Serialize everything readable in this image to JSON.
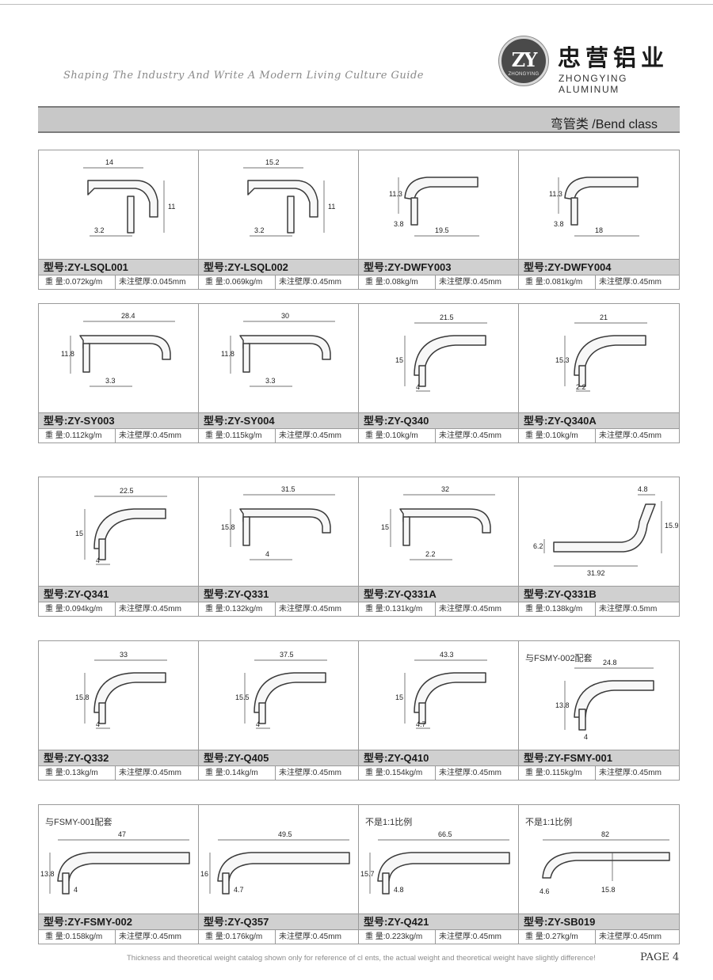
{
  "header": {
    "slogan": "Shaping The Industry And Write A Modern Living Culture Guide",
    "logo_mark": "ZY",
    "logo_mark_sub": "ZHONGYING",
    "company_cn": "忠营铝业",
    "company_en": "ZHONGYING ALUMINUM"
  },
  "section": {
    "title": "弯管类 /Bend class"
  },
  "profiles": [
    {
      "model": "型号:ZY-LSQL001",
      "weight": "重 量:0.072kg/m",
      "thickness": "未注壁厚:0.045mm",
      "note": "",
      "dims": {
        "w": "14",
        "h": "11",
        "t": "3.2"
      }
    },
    {
      "model": "型号:ZY-LSQL002",
      "weight": "重 量:0.069kg/m",
      "thickness": "未注壁厚:0.45mm",
      "note": "",
      "dims": {
        "w": "15.2",
        "h": "11",
        "t": "3.2"
      }
    },
    {
      "model": "型号:ZY-DWFY003",
      "weight": "重 量:0.08kg/m",
      "thickness": "未注壁厚:0.45mm",
      "note": "",
      "dims": {
        "w": "19.5",
        "h": "11.3",
        "t": "3.8"
      }
    },
    {
      "model": "型号:ZY-DWFY004",
      "weight": "重 量:0.081kg/m",
      "thickness": "未注壁厚:0.45mm",
      "note": "",
      "dims": {
        "w": "18",
        "h": "11.3",
        "t": "3.8"
      }
    },
    {
      "model": "型号:ZY-SY003",
      "weight": "重 量:0.112kg/m",
      "thickness": "未注壁厚:0.45mm",
      "note": "",
      "dims": {
        "w": "28.4",
        "h": "11.8",
        "t": "3.3"
      }
    },
    {
      "model": "型号:ZY-SY004",
      "weight": "重 量:0.115kg/m",
      "thickness": "未注壁厚:0.45mm",
      "note": "",
      "dims": {
        "w": "30",
        "h": "11.8",
        "t": "3.3"
      }
    },
    {
      "model": "型号:ZY-Q340",
      "weight": "重 量:0.10kg/m",
      "thickness": "未注壁厚:0.45mm",
      "note": "",
      "dims": {
        "w": "21.5",
        "h": "15",
        "t": "4"
      }
    },
    {
      "model": "型号:ZY-Q340A",
      "weight": "重 量:0.10kg/m",
      "thickness": "未注壁厚:0.45mm",
      "note": "",
      "dims": {
        "w": "21",
        "h": "15.3",
        "t": "2.2"
      }
    },
    {
      "model": "型号:ZY-Q341",
      "weight": "重 量:0.094kg/m",
      "thickness": "未注壁厚:0.45mm",
      "note": "",
      "dims": {
        "w": "22.5",
        "h": "15",
        "t": "4"
      }
    },
    {
      "model": "型号:ZY-Q331",
      "weight": "重 量:0.132kg/m",
      "thickness": "未注壁厚:0.45mm",
      "note": "",
      "dims": {
        "w": "31.5",
        "h": "15.8",
        "t": "4"
      }
    },
    {
      "model": "型号:ZY-Q331A",
      "weight": "重 量:0.131kg/m",
      "thickness": "未注壁厚:0.45mm",
      "note": "",
      "dims": {
        "w": "32",
        "h": "15",
        "t": "2.2"
      }
    },
    {
      "model": "型号:ZY-Q331B",
      "weight": "重 量:0.138kg/m",
      "thickness": "未注壁厚:0.5mm",
      "note": "",
      "dims": {
        "w": "31.92",
        "h": "15.9",
        "t": "4.8",
        "h2": "6.2"
      }
    },
    {
      "model": "型号:ZY-Q332",
      "weight": "重 量:0.13kg/m",
      "thickness": "未注壁厚:0.45mm",
      "note": "",
      "dims": {
        "w": "33",
        "h": "15.8",
        "t": "4"
      }
    },
    {
      "model": "型号:ZY-Q405",
      "weight": "重 量:0.14kg/m",
      "thickness": "未注壁厚:0.45mm",
      "note": "",
      "dims": {
        "w": "37.5",
        "h": "15.5",
        "t": "4"
      }
    },
    {
      "model": "型号:ZY-Q410",
      "weight": "重 量:0.154kg/m",
      "thickness": "未注壁厚:0.45mm",
      "note": "",
      "dims": {
        "w": "43.3",
        "h": "15",
        "t": "4.7"
      }
    },
    {
      "model": "型号:ZY-FSMY-001",
      "weight": "重 量:0.115kg/m",
      "thickness": "未注壁厚:0.45mm",
      "note": "与FSMY-002配套",
      "dims": {
        "w": "24.8",
        "h": "13.8",
        "t": "4"
      }
    },
    {
      "model": "型号:ZY-FSMY-002",
      "weight": "重 量:0.158kg/m",
      "thickness": "未注壁厚:0.45mm",
      "note": "与FSMY-001配套",
      "dims": {
        "w": "47",
        "h": "13.8",
        "t": "4"
      }
    },
    {
      "model": "型号:ZY-Q357",
      "weight": "重 量:0.176kg/m",
      "thickness": "未注壁厚:0.45mm",
      "note": "",
      "dims": {
        "w": "49.5",
        "h": "16",
        "t": "4.7"
      }
    },
    {
      "model": "型号:ZY-Q421",
      "weight": "重 量:0.223kg/m",
      "thickness": "未注壁厚:0.45mm",
      "note": "不是1:1比例",
      "dims": {
        "w": "66.5",
        "h": "15.7",
        "t": "4.8"
      }
    },
    {
      "model": "型号:ZY-SB019",
      "weight": "重 量:0.27kg/m",
      "thickness": "未注壁厚:0.45mm",
      "note": "不是1:1比例",
      "dims": {
        "w": "82",
        "h": "15.8",
        "t": "4.6"
      }
    }
  ],
  "footer": {
    "note": "Thickness and theoretical weight catalog shown only for reference of cl ents, the actual weight and theoretical weight have slightly difference!",
    "page_label": "PAGE 4"
  }
}
